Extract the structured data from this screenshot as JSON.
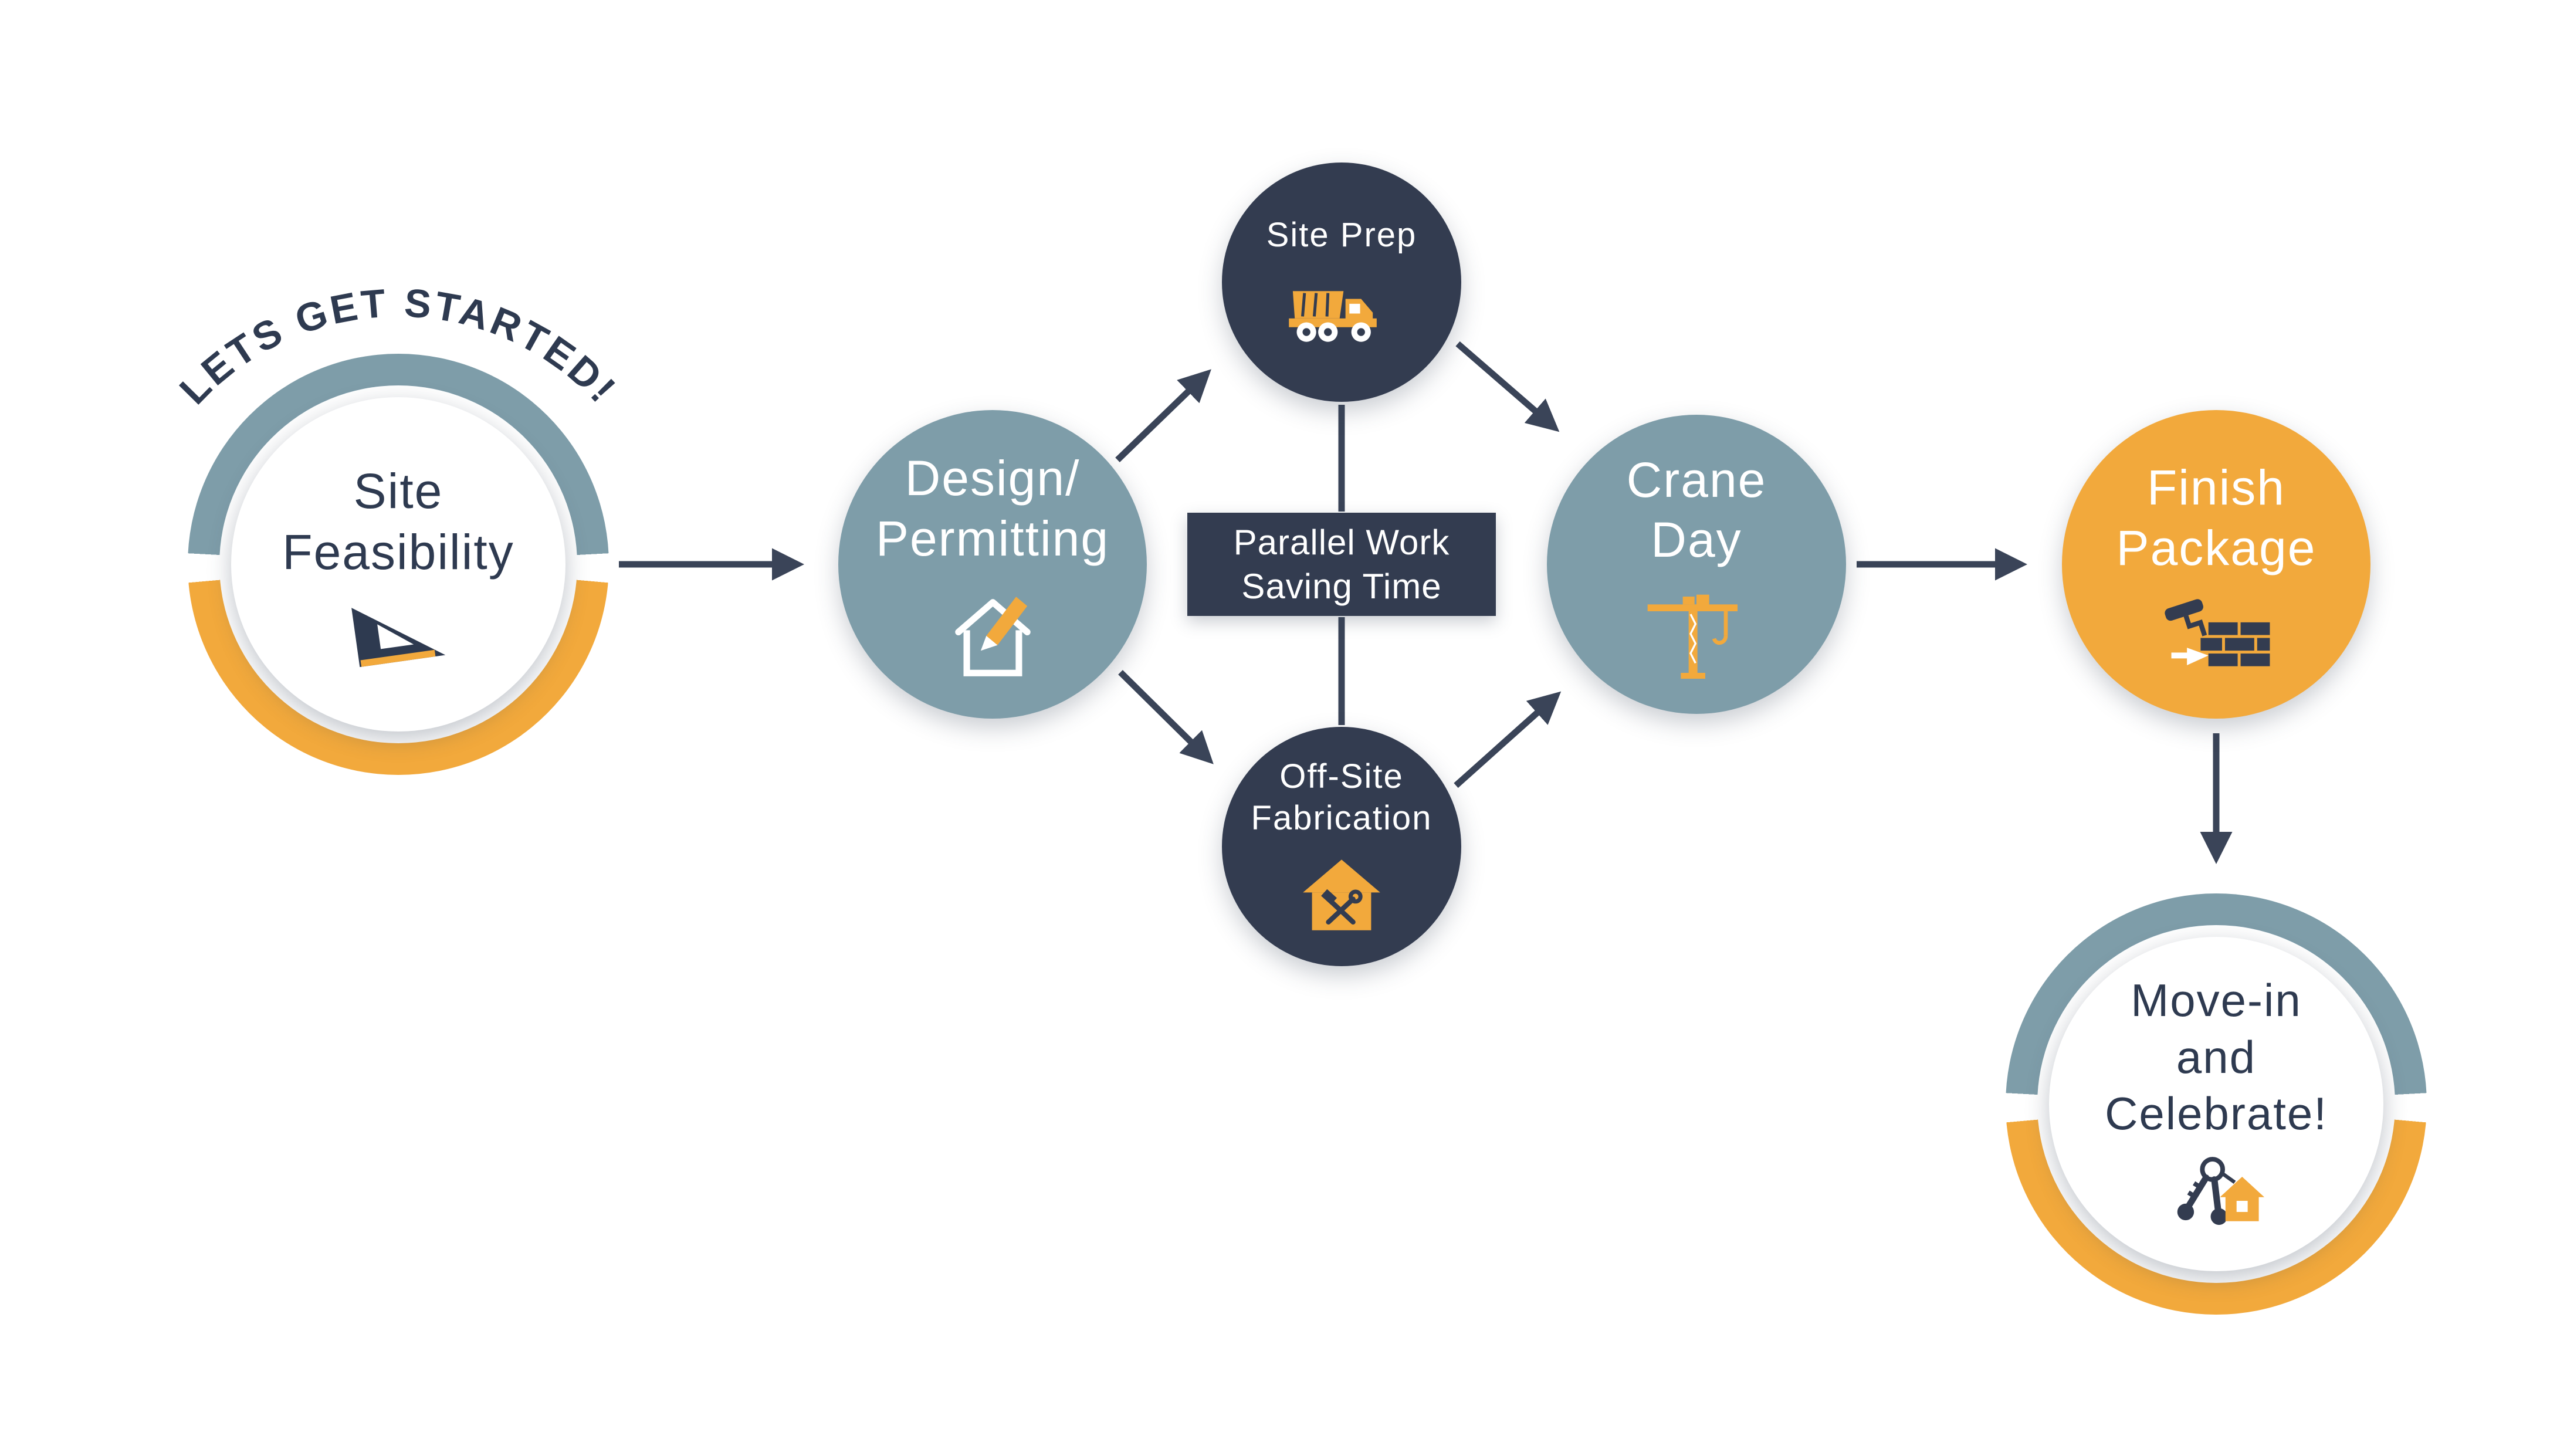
{
  "arch_title": "LETS GET STARTED!",
  "colors": {
    "teal": "#7E9DA9",
    "dark_navy": "#333C50",
    "yellow": "#F2A93C",
    "text_navy": "#2E3A50",
    "arrow": "#3A4458",
    "background": "#FFFFFF"
  },
  "nodes": {
    "site_feasibility": {
      "label": "Site Feasibility",
      "lines": [
        "Site",
        "Feasibility"
      ],
      "icon": "set-square-icon"
    },
    "design_permitting": {
      "label": "Design/Permitting",
      "lines": [
        "Design/",
        "Permitting"
      ],
      "icon": "house-pencil-icon"
    },
    "site_prep": {
      "label": "Site Prep",
      "lines": [
        "Site Prep"
      ],
      "icon": "dump-truck-icon"
    },
    "off_site_fabrication": {
      "label": "Off-Site Fabrication",
      "lines": [
        "Off-Site",
        "Fabrication"
      ],
      "icon": "house-tools-icon"
    },
    "crane_day": {
      "label": "Crane Day",
      "lines": [
        "Crane",
        "Day"
      ],
      "icon": "tower-crane-icon"
    },
    "finish_package": {
      "label": "Finish Package",
      "lines": [
        "Finish",
        "Package"
      ],
      "icon": "paint-roller-bricks-icon"
    },
    "move_in": {
      "label": "Move-in and Celebrate!",
      "lines": [
        "Move-in",
        "and",
        "Celebrate!"
      ],
      "icon": "house-keys-icon"
    }
  },
  "parallel_note": {
    "lines": [
      "Parallel Work",
      "Saving Time"
    ]
  },
  "edges": [
    {
      "from": "Site Feasibility",
      "to": "Design/Permitting"
    },
    {
      "from": "Design/Permitting",
      "to": "Site Prep"
    },
    {
      "from": "Design/Permitting",
      "to": "Off-Site Fabrication"
    },
    {
      "from": "Site Prep",
      "to": "Crane Day"
    },
    {
      "from": "Off-Site Fabrication",
      "to": "Crane Day"
    },
    {
      "from": "Crane Day",
      "to": "Finish Package"
    },
    {
      "from": "Finish Package",
      "to": "Move-in and Celebrate!"
    }
  ]
}
